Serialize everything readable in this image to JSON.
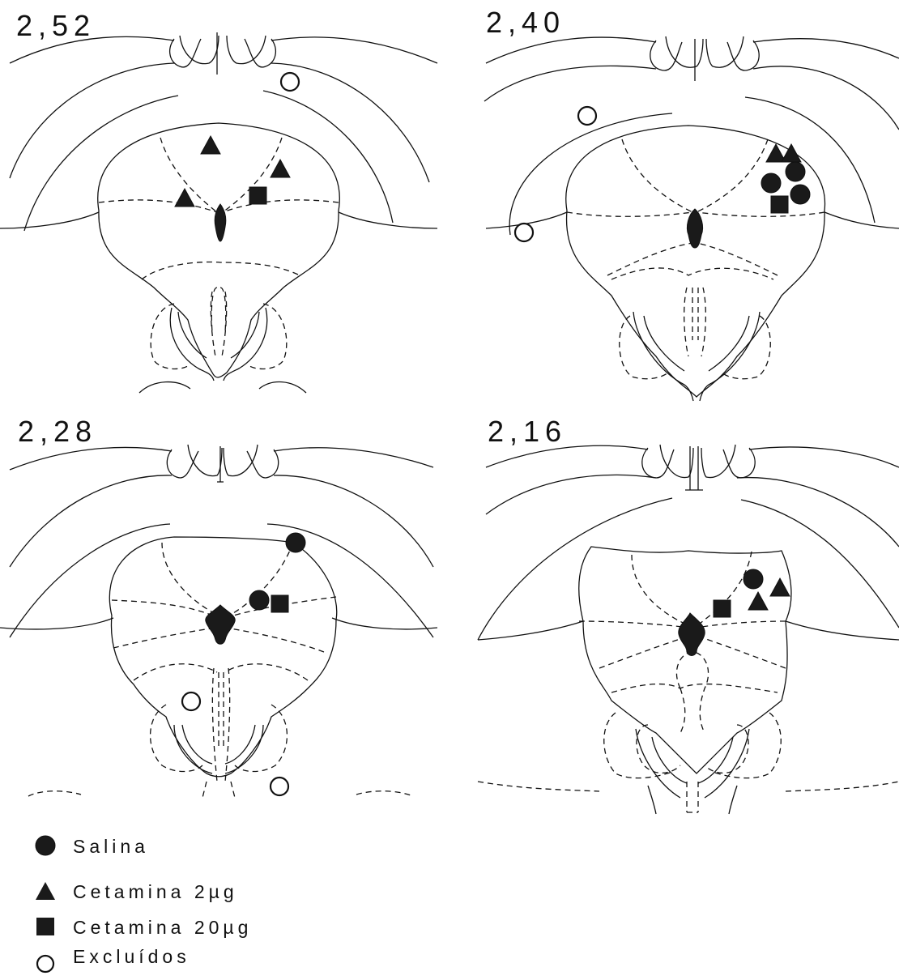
{
  "panels": [
    {
      "label": "2,52"
    },
    {
      "label": "2,40"
    },
    {
      "label": "2,28"
    },
    {
      "label": "2,16"
    }
  ],
  "legend": [
    {
      "symbol": "filled-circle",
      "label": "Salina"
    },
    {
      "symbol": "filled-triangle",
      "label": "Cetamina 2µg"
    },
    {
      "symbol": "filled-square",
      "label": "Cetamina 20µg"
    },
    {
      "symbol": "open-circle",
      "label": "Excluídos"
    }
  ]
}
